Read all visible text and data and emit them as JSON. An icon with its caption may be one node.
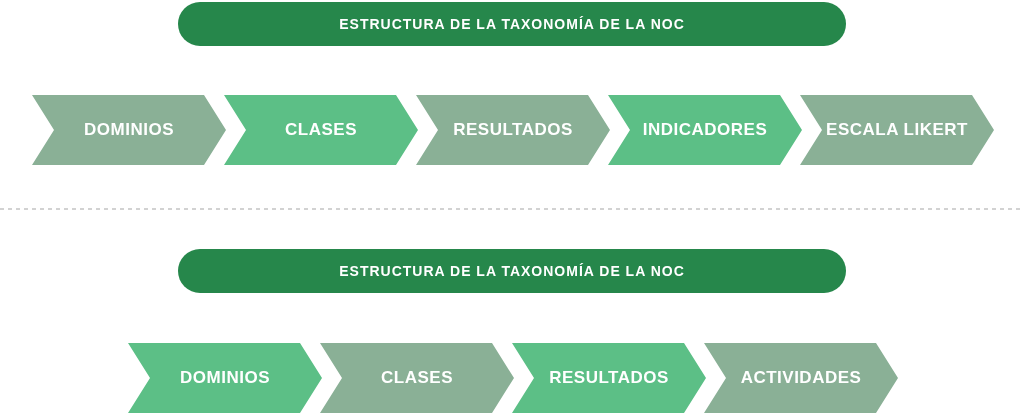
{
  "diagram": {
    "nodes": [
      {
        "text": [
          "ESTRUCTURA DE LA TAXONOMÍA DE LA NOC"
        ]
      },
      {
        "text": [
          "DOMINIOS"
        ]
      },
      {
        "text": [
          "CLASES"
        ]
      },
      {
        "text": [
          "RESULTADOS"
        ]
      },
      {
        "text": [
          "INDICADORES"
        ]
      },
      {
        "text": [
          "ESCALA LIKERT"
        ]
      },
      {
        "text": [
          "ESTRUCTURA DE LA TAXONOMÍA DE LA NOC"
        ]
      },
      {
        "text": [
          "DOMINIOS"
        ]
      },
      {
        "text": [
          "CLASES"
        ]
      },
      {
        "text": [
          "RESULTADOS"
        ]
      },
      {
        "text": [
          "ACTIVIDADES"
        ]
      }
    ]
  }
}
